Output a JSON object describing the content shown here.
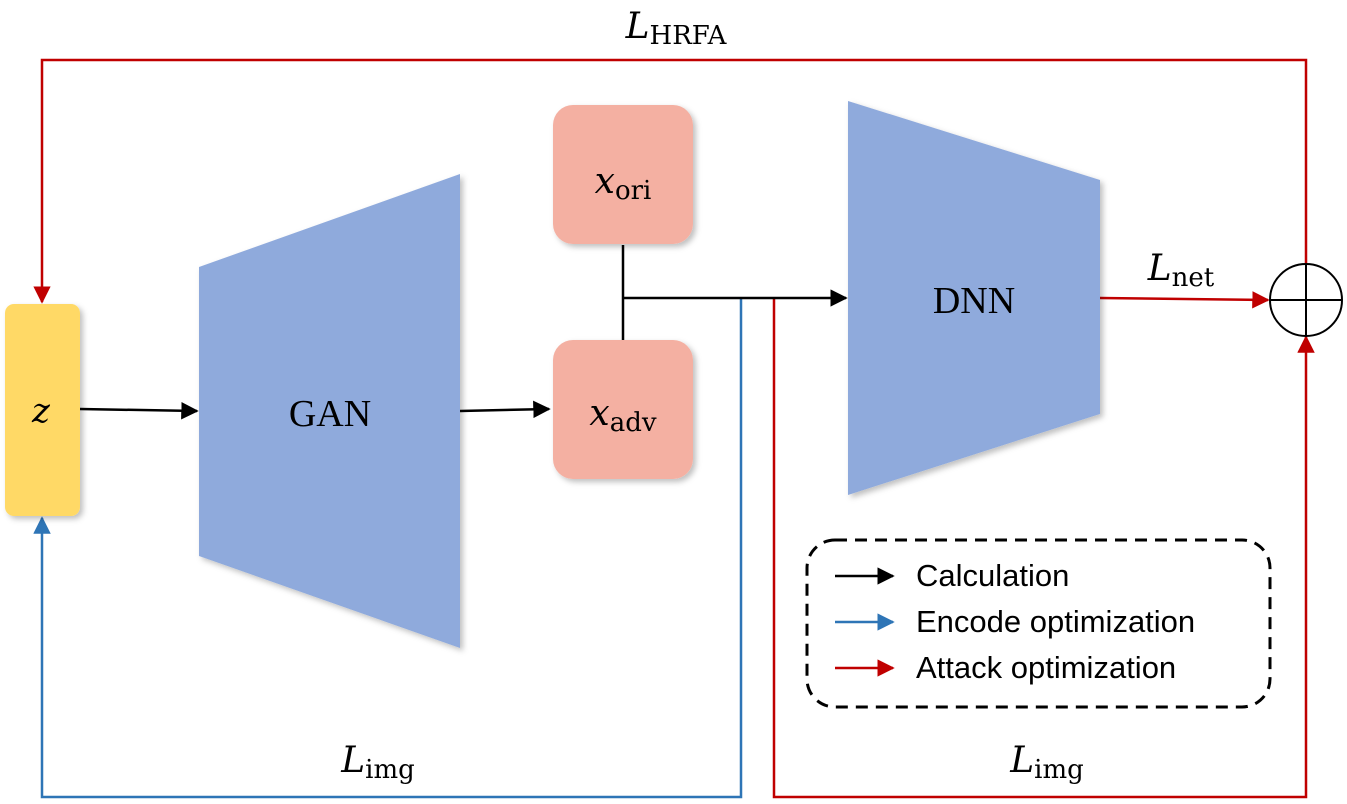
{
  "diagram": {
    "nodes": {
      "z": {
        "label": "z"
      },
      "gan": {
        "label": "GAN"
      },
      "x_ori": {
        "base": "x",
        "sub": "ori"
      },
      "x_adv": {
        "base": "x",
        "sub": "adv"
      },
      "dnn": {
        "label": "DNN"
      },
      "sum": {
        "symbol": "⊕"
      }
    },
    "edge_labels": {
      "l_hrfa": {
        "base": "L",
        "sub": "HRFA"
      },
      "l_net": {
        "base": "L",
        "sub": "net"
      },
      "l_img_left": {
        "base": "L",
        "sub": "img"
      },
      "l_img_right": {
        "base": "L",
        "sub": "img"
      }
    },
    "legend": {
      "items": [
        {
          "label": "Calculation",
          "color": "#000000"
        },
        {
          "label": "Encode optimization",
          "color": "#2e75b6"
        },
        {
          "label": "Attack optimization",
          "color": "#c00000"
        }
      ]
    },
    "colors": {
      "z_fill": "#ffd966",
      "trapezoid_fill": "#8faadc",
      "x_box_fill": "#f4b0a2",
      "black": "#000000",
      "blue": "#2e75b6",
      "red": "#c00000"
    }
  }
}
